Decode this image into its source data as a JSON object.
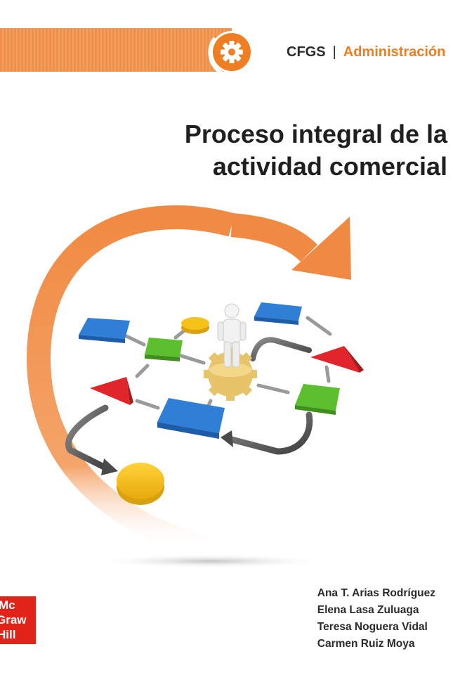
{
  "header": {
    "series_prefix": "CFGS",
    "separator": "|",
    "series_area": "Administración",
    "badge_icon": "gear-icon"
  },
  "title": {
    "line1": "Proceso integral de la",
    "line2": "actividad comercial"
  },
  "illustration": {
    "icons": [
      "circular-arrow-icon",
      "process-flowchart-icon",
      "person-figure-icon",
      "gear-icon"
    ]
  },
  "authors": [
    "Ana T. Arias Rodríguez",
    "Elena Lasa Zuluaga",
    "Teresa Noguera Vidal",
    "Carmen Ruiz Moya"
  ],
  "publisher": {
    "logo_lines": [
      "Mc",
      "Graw",
      "Hill"
    ]
  },
  "colors": {
    "accent_orange": "#ef7d22",
    "flow_blue": "#2f7fd6",
    "flow_green": "#5bbf2e",
    "flow_red": "#e0262a",
    "flow_yellow": "#f5c21a",
    "publisher_red": "#e2231a"
  }
}
